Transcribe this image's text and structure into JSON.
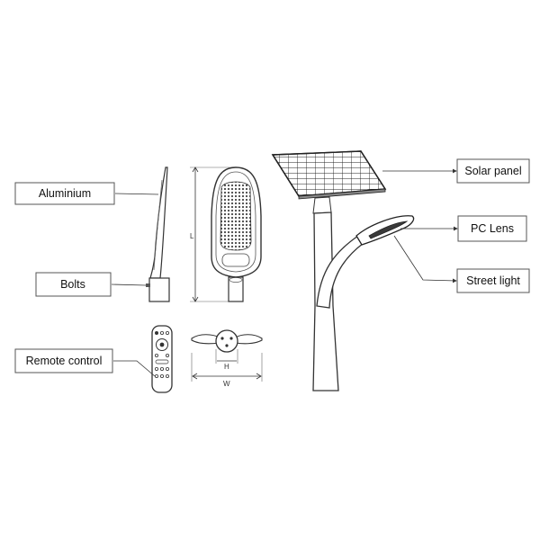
{
  "labels": {
    "aluminium": "Aluminium",
    "bolts": "Bolts",
    "remote_control": "Remote control",
    "solar_panel": "Solar panel",
    "pc_lens": "PC Lens",
    "street_light": "Street light"
  },
  "dimensions": {
    "length": "L",
    "height": "H",
    "width": "W"
  },
  "colors": {
    "line": "#333333",
    "box_border": "#555555",
    "fill_light": "#ffffff",
    "fill_grey": "#d9d9d9",
    "fill_dark": "#3a3a3a"
  }
}
